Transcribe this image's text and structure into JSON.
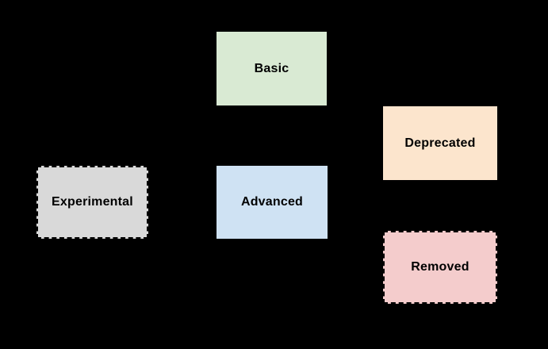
{
  "page": {
    "background_color": "#000000",
    "text_color": "#000000"
  },
  "diagram": {
    "nodes": [
      {
        "id": "basic",
        "label": "Basic",
        "fill": "#d9ead3",
        "border_style": "none",
        "border_color": null
      },
      {
        "id": "deprecated",
        "label": "Deprecated",
        "fill": "#fce5cd",
        "border_style": "none",
        "border_color": null
      },
      {
        "id": "experimental",
        "label": "Experimental",
        "fill": "#d9d9d9",
        "border_style": "dashed",
        "border_color": "#000000"
      },
      {
        "id": "advanced",
        "label": "Advanced",
        "fill": "#cfe2f3",
        "border_style": "none",
        "border_color": null
      },
      {
        "id": "removed",
        "label": "Removed",
        "fill": "#f4cccc",
        "border_style": "dashed",
        "border_color": "#000000"
      }
    ]
  }
}
